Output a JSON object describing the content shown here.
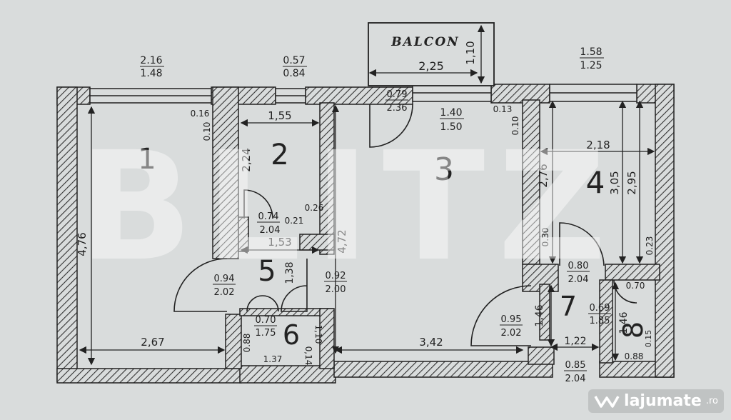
{
  "balcony": {
    "label": "BALCON",
    "width": "2,25",
    "depth": "1,10"
  },
  "windows": [
    {
      "id": "w1",
      "width": "2.16",
      "height": "1.48"
    },
    {
      "id": "w2",
      "width": "0.57",
      "height": "0.84"
    },
    {
      "id": "w3",
      "width": "1.58",
      "height": "1.25"
    },
    {
      "id": "w4",
      "width": "1.40",
      "height": "1.50"
    }
  ],
  "rooms": [
    {
      "id": "r1",
      "number": "1"
    },
    {
      "id": "r2",
      "number": "2"
    },
    {
      "id": "r3",
      "number": "3"
    },
    {
      "id": "r4",
      "number": "4"
    },
    {
      "id": "r5",
      "number": "5"
    },
    {
      "id": "r6",
      "number": "6"
    },
    {
      "id": "r7",
      "number": "7"
    },
    {
      "id": "r8",
      "number": "8"
    }
  ],
  "doors": [
    {
      "id": "d-balcony",
      "width": "0.79",
      "height": "2.36"
    },
    {
      "id": "d2",
      "width": "0.74",
      "height": "2.04"
    },
    {
      "id": "d1",
      "width": "0.94",
      "height": "2.02"
    },
    {
      "id": "d-entry",
      "width": "0.92",
      "height": "2.00"
    },
    {
      "id": "d6",
      "width": "0.70",
      "height": "1.75"
    },
    {
      "id": "d4",
      "width": "0.80",
      "height": "2.04"
    },
    {
      "id": "d3",
      "width": "0.95",
      "height": "2.02"
    },
    {
      "id": "d8",
      "width": "0.69",
      "height": "1.85"
    },
    {
      "id": "d-main",
      "width": "0.85",
      "height": "2.04"
    }
  ],
  "dimensions": {
    "r1_height": "4,76",
    "r1_width": "2,67",
    "r1_wall_a": "0.16",
    "r1_wall_b": "0.10",
    "r2_width": "1,55",
    "r2_height": "2,24",
    "r2_wall": "0.26",
    "r2_wall_b": "0.21",
    "r5_width": "1,53",
    "r5_height": "1,38",
    "r3_height": "4,72",
    "r3_width": "3,42",
    "r3_wall_a": "0.13",
    "r3_wall_b": "0.10",
    "r4_width": "2,18",
    "r4_height_a": "2,76",
    "r4_height_b": "3,05",
    "r4_height_c": "2,95",
    "r4_wall_a": "0.30",
    "r4_wall_b": "0.23",
    "r6_width": "1.37",
    "r6_height_a": "0.88",
    "r6_height_b": "1,10",
    "r6_wall": "0,14",
    "r7_width": "1,22",
    "r7_height": "1,46",
    "r8_height": "1,46",
    "r8_width": "0.70",
    "r8_wall": "0.88",
    "r8_wall_b": "0.15"
  },
  "watermark": "BLITZ",
  "logo": {
    "text": "lajumate",
    "tld": ".ro"
  }
}
